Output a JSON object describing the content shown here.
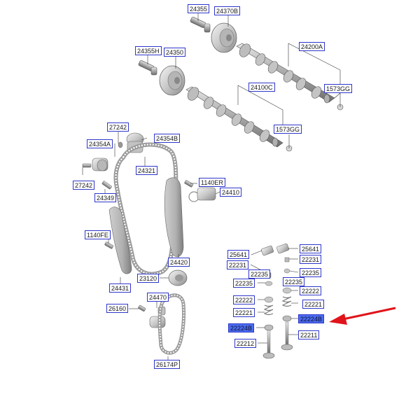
{
  "diagram": {
    "labels": {
      "l24355": "24355",
      "l24370B": "24370B",
      "l24355H": "24355H",
      "l24350": "24350",
      "l24200A": "24200A",
      "l24100C": "24100C",
      "l1573GG_a": "1573GG",
      "l1573GG_b": "1573GG",
      "l27242_a": "27242",
      "l24354B": "24354B",
      "l24354A": "24354A",
      "l24321": "24321",
      "l27242_b": "27242",
      "l1140ER": "1140ER",
      "l24410": "24410",
      "l24349": "24349",
      "l1140FE": "1140FE",
      "l24420": "24420",
      "l23120": "23120",
      "l24431": "24431",
      "l24470": "24470",
      "l26160": "26160",
      "l26174P": "26174P",
      "l25641_a": "25641",
      "l25641_b": "25641",
      "l22231_a": "22231",
      "l22231_b": "22231",
      "l22235_a": "22235",
      "l22235_b": "22235",
      "l22235_c": "22235",
      "l22235_d": "22235",
      "l22222_a": "22222",
      "l22222_b": "22222",
      "l22221_a": "22221",
      "l22221_b": "22221",
      "l22224B_a": "22224B",
      "l22224B_b": "22224B",
      "l22212": "22212",
      "l22211": "22211"
    },
    "colors": {
      "label_border": "#2e36c9",
      "highlight_fill": "#4a6cf0",
      "arrow": "#e0141a",
      "line": "#333333"
    }
  }
}
